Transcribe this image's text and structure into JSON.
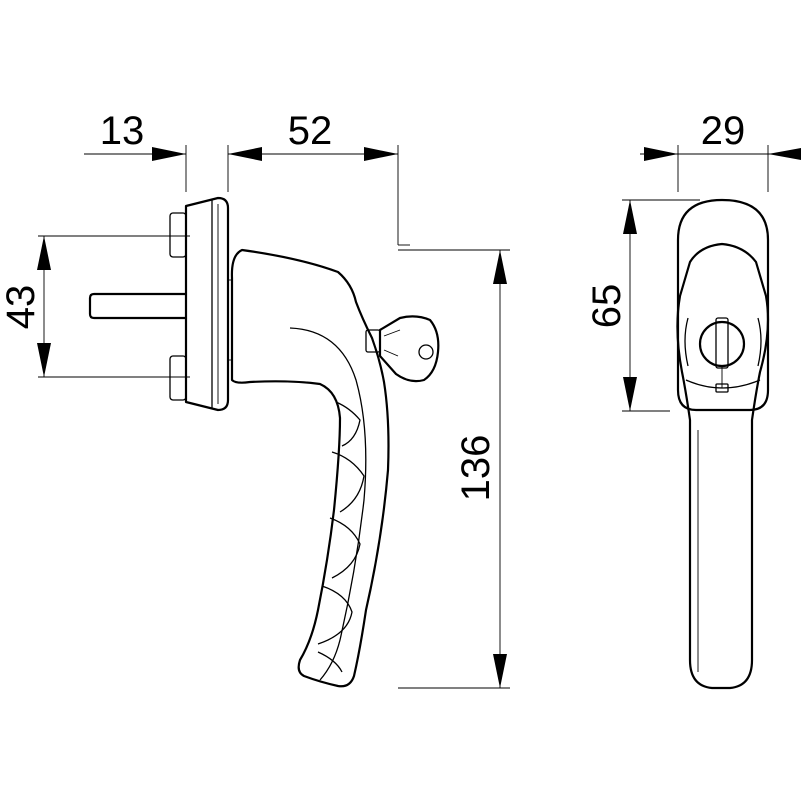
{
  "dimensions": {
    "rose_depth": "13",
    "handle_projection": "52",
    "side_width": "29",
    "spindle_spacing": "43",
    "side_height": "65",
    "total_length": "136"
  }
}
